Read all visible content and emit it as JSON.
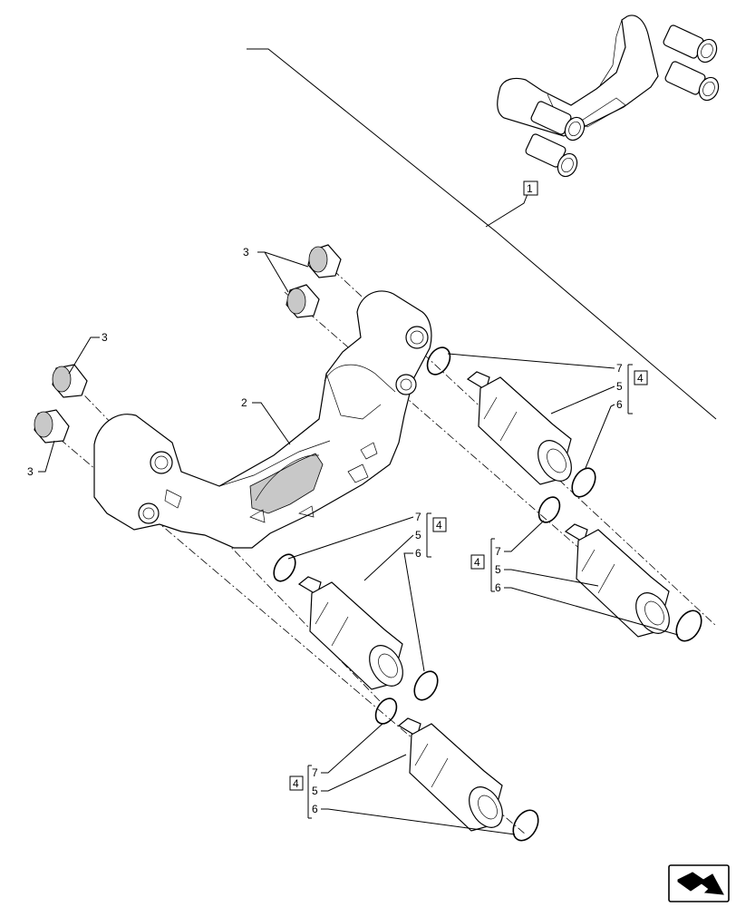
{
  "callouts": {
    "c1": "1",
    "c2": "2",
    "c3": "3",
    "c4": "4",
    "c5": "5",
    "c6": "6",
    "c7": "7"
  },
  "icons": {
    "nav": "next-page-arrow-icon"
  }
}
